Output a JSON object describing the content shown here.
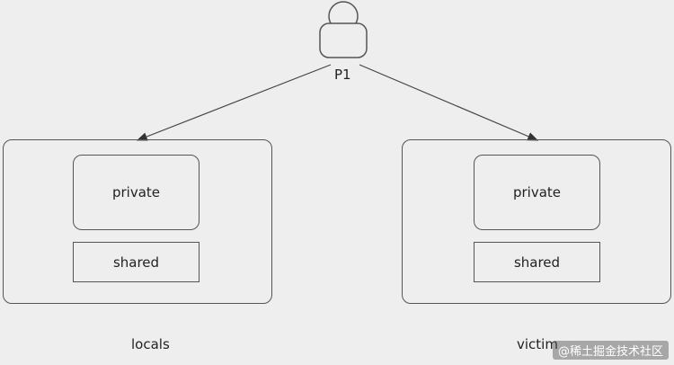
{
  "actor": {
    "name": "P1"
  },
  "left_group": {
    "title": "locals",
    "private_label": "private",
    "shared_label": "shared"
  },
  "right_group": {
    "title": "victim",
    "private_label": "private",
    "shared_label": "shared"
  },
  "watermark": "@稀土掘金技术社区"
}
